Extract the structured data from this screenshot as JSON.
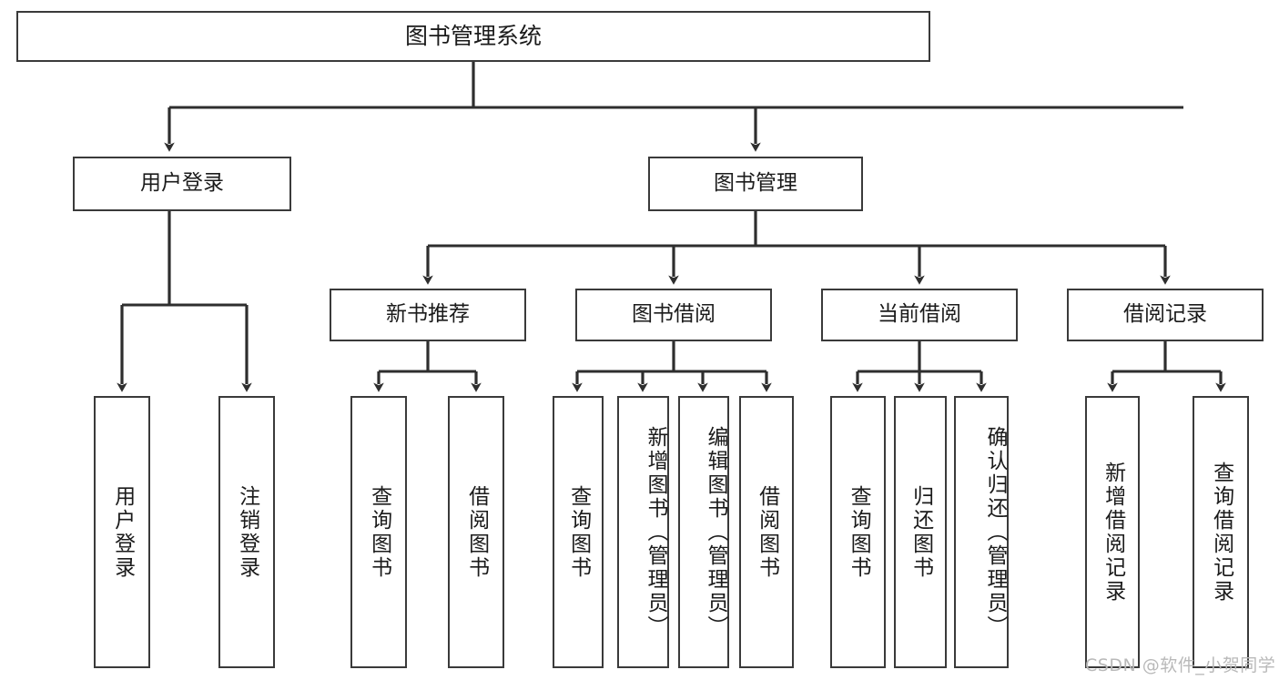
{
  "diagram": {
    "type": "tree",
    "title": "图书管理系统",
    "orientation": "top-down",
    "colors": {
      "node_border": "#3a3a3a",
      "node_fill": "#ffffff",
      "connector": "#2e2e2e",
      "text": "#1b1b1b",
      "watermark": "#b9b9b9",
      "background": "#ffffff"
    },
    "watermark": "CSDN @软件_小贺同学",
    "root": {
      "label": "图书管理系统"
    },
    "level2": [
      {
        "label": "用户登录"
      },
      {
        "label": "图书管理"
      }
    ],
    "level3": [
      {
        "label": "新书推荐"
      },
      {
        "label": "图书借阅"
      },
      {
        "label": "当前借阅"
      },
      {
        "label": "借阅记录"
      }
    ],
    "leaves": {
      "user_login": [
        {
          "label": "用户登录"
        },
        {
          "label": "注销登录"
        }
      ],
      "new_book_recommend": [
        {
          "label": "查询图书"
        },
        {
          "label": "借阅图书"
        }
      ],
      "book_borrow": [
        {
          "label": "查询图书"
        },
        {
          "label": "新增图书（管理员）"
        },
        {
          "label": "编辑图书（管理员）"
        },
        {
          "label": "借阅图书"
        }
      ],
      "current_borrow": [
        {
          "label": "查询图书"
        },
        {
          "label": "归还图书"
        },
        {
          "label": "确认归还（管理员）"
        }
      ],
      "borrow_record": [
        {
          "label": "新增借阅记录"
        },
        {
          "label": "查询借阅记录"
        }
      ]
    }
  }
}
